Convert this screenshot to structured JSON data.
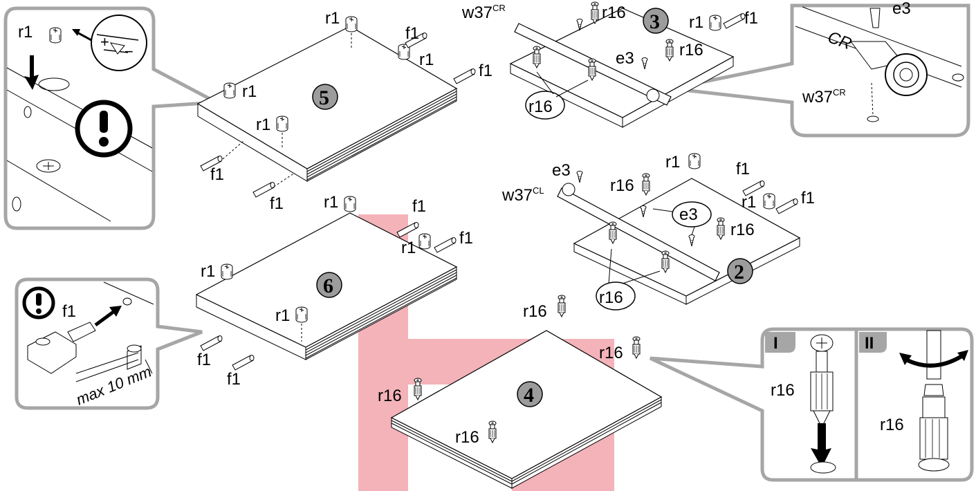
{
  "watermark_color": "#f2a6ad",
  "callout_border_color": "#a6a6a6",
  "step_badge_color": "#9c9c9c",
  "steps": {
    "s2": "2",
    "s3": "3",
    "s4": "4",
    "s5": "5",
    "s6": "6"
  },
  "parts": {
    "r1": "r1",
    "f1": "f1",
    "r16": "r16",
    "e3": "e3",
    "w37": "w37",
    "cr": "CR",
    "cl": "CL"
  },
  "callouts": {
    "max_label": "max 10 mm",
    "stage_one": "I",
    "stage_two": "II",
    "rail_marking": "CR"
  },
  "icons": [
    "exclamation-icon",
    "down-arrow-icon",
    "rotate-arrow-icon",
    "pointer-arrow-icon"
  ]
}
